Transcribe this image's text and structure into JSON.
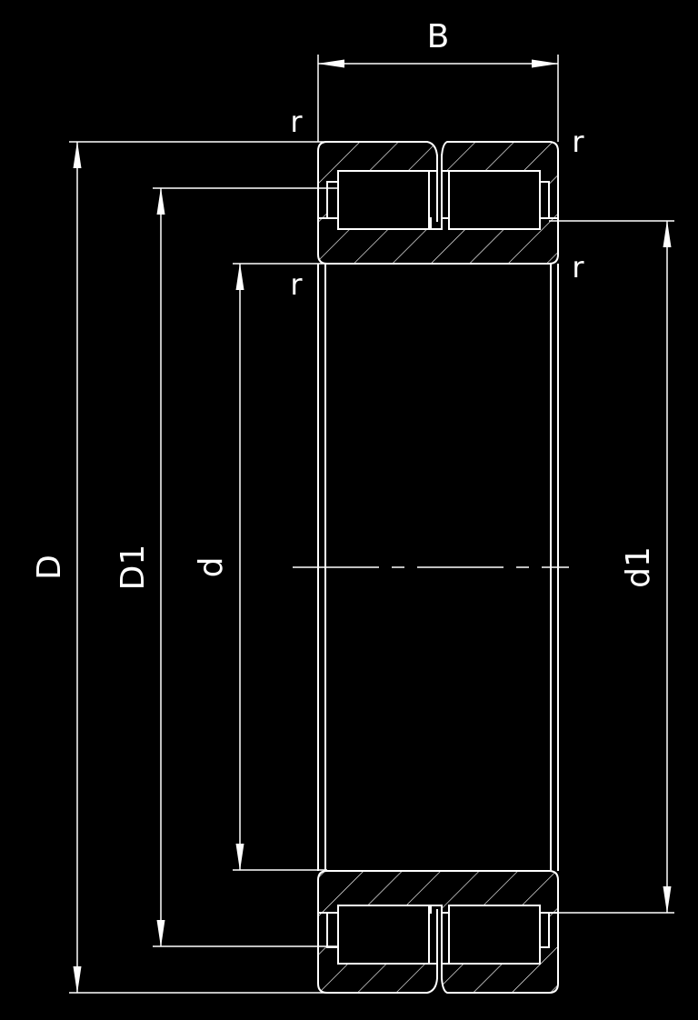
{
  "drawing": {
    "background": "#000000",
    "line_color": "#ffffff",
    "labels": {
      "width": "B",
      "outer_diameter": "D",
      "outer_ring_bore": "D1",
      "bore": "d",
      "inner_ring_outer": "d1",
      "radius": "r"
    }
  }
}
